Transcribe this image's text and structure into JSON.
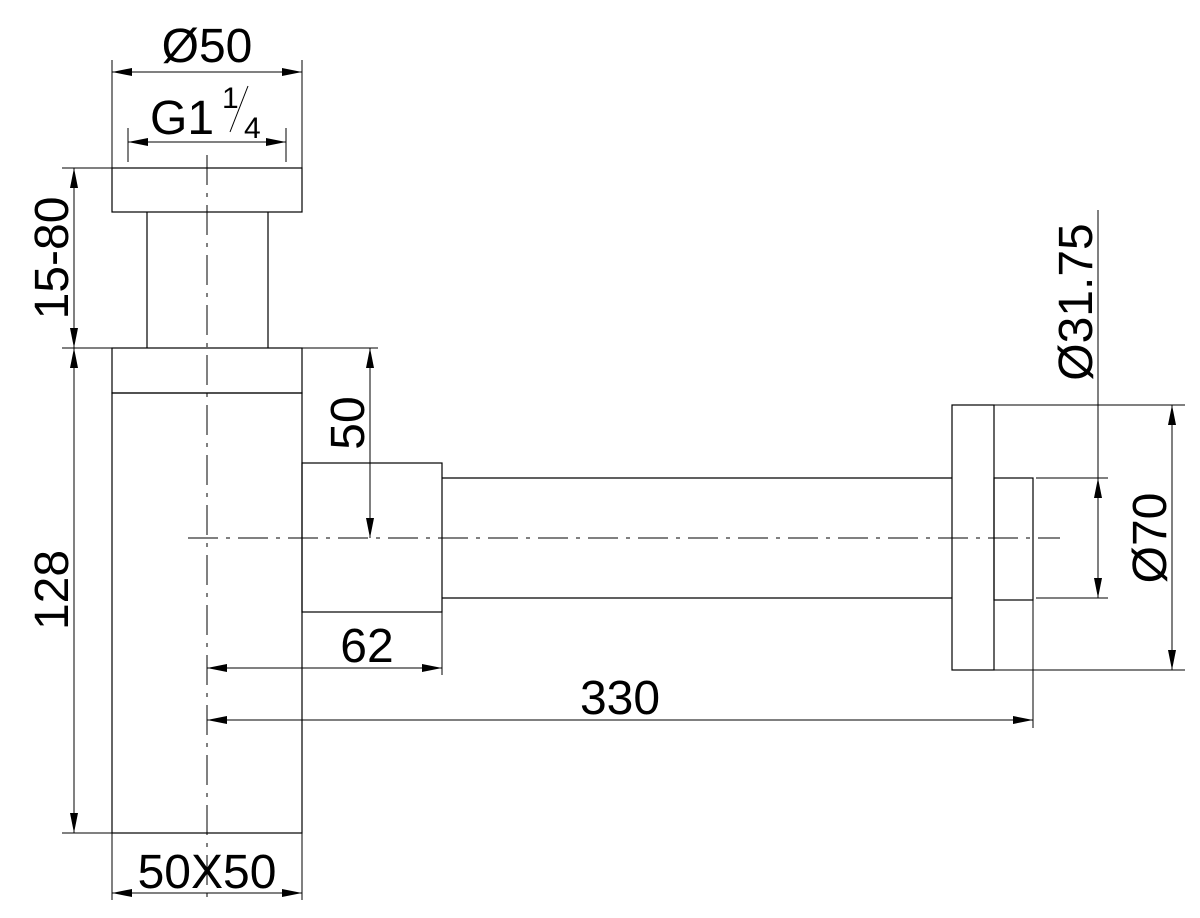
{
  "dimensions": {
    "inlet_diameter": "Ø50",
    "thread": "G1",
    "thread_fraction_num": "1",
    "thread_fraction_den": "4",
    "height_adjust": "15-80",
    "body_height": "128",
    "outlet_offset": "50",
    "outlet_pipe_length": "62",
    "total_reach": "330",
    "pipe_diameter": "Ø31.75",
    "flange_diameter": "Ø70",
    "body_section": "50X50"
  },
  "colors": {
    "line": "#000000",
    "background": "#ffffff"
  }
}
